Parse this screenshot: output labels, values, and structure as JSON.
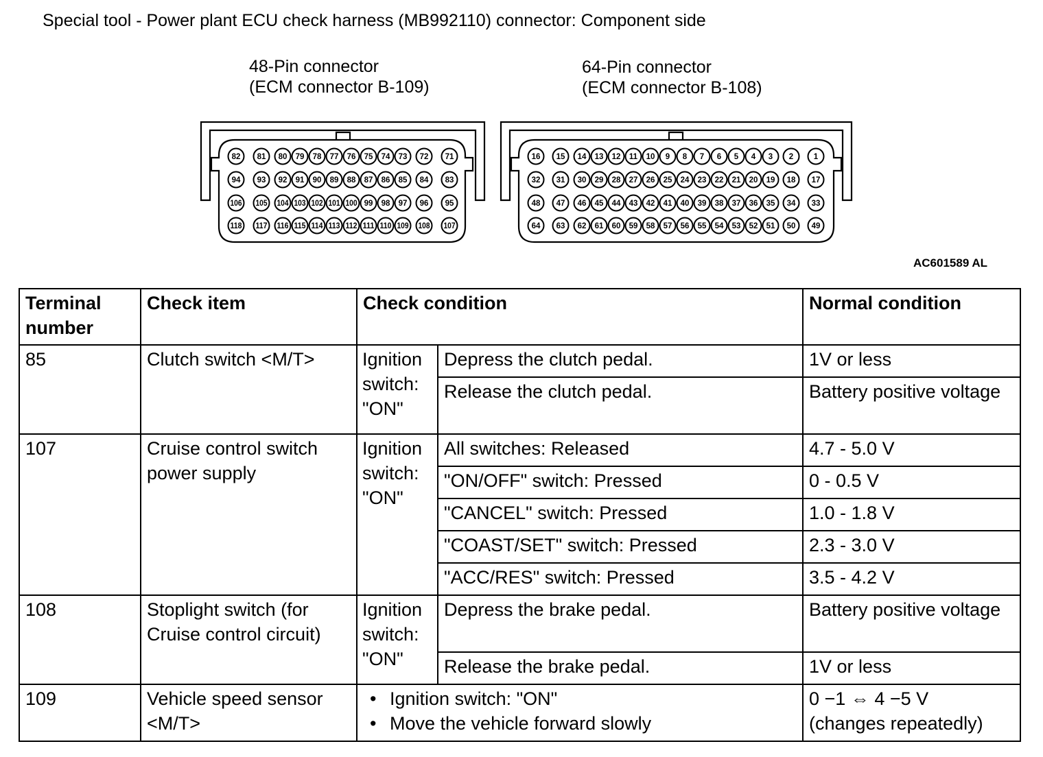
{
  "title": "Special tool - Power plant ECU check harness (MB992110) connector: Component side",
  "figure_code": "AC601589 AL",
  "connectors": [
    {
      "label_line1": "48-Pin connector",
      "label_line2": "(ECM connector B-109)",
      "rows": [
        [
          "82",
          "81",
          "80",
          "79",
          "78",
          "77",
          "76",
          "75",
          "74",
          "73",
          "72",
          "71"
        ],
        [
          "94",
          "93",
          "92",
          "91",
          "90",
          "89",
          "88",
          "87",
          "86",
          "85",
          "84",
          "83"
        ],
        [
          "106",
          "105",
          "104",
          "103",
          "102",
          "101",
          "100",
          "99",
          "98",
          "97",
          "96",
          "95"
        ],
        [
          "118",
          "117",
          "116",
          "115",
          "114",
          "113",
          "112",
          "111",
          "110",
          "109",
          "108",
          "107"
        ]
      ]
    },
    {
      "label_line1": "64-Pin connector",
      "label_line2": "(ECM connector B-108)",
      "rows": [
        [
          "16",
          "15",
          "14",
          "13",
          "12",
          "11",
          "10",
          "9",
          "8",
          "7",
          "6",
          "5",
          "4",
          "3",
          "2",
          "1"
        ],
        [
          "32",
          "31",
          "30",
          "29",
          "28",
          "27",
          "26",
          "25",
          "24",
          "23",
          "22",
          "21",
          "20",
          "19",
          "18",
          "17"
        ],
        [
          "48",
          "47",
          "46",
          "45",
          "44",
          "43",
          "42",
          "41",
          "40",
          "39",
          "38",
          "37",
          "36",
          "35",
          "34",
          "33"
        ],
        [
          "64",
          "63",
          "62",
          "61",
          "60",
          "59",
          "58",
          "57",
          "56",
          "55",
          "54",
          "53",
          "52",
          "51",
          "50",
          "49"
        ]
      ]
    }
  ],
  "table": {
    "headers": {
      "terminal_line1": "Terminal",
      "terminal_line2": "number",
      "check_item": "Check item",
      "check_condition": "Check condition",
      "normal_condition": "Normal condition"
    },
    "rows": [
      {
        "terminal": "85",
        "item": "Clutch switch <M/T>",
        "ignition": [
          "Ignition",
          "switch:",
          "\"ON\""
        ],
        "conditions": [
          {
            "condition": "Depress the clutch pedal.",
            "normal": "1V or less"
          },
          {
            "condition": "Release the clutch pedal.",
            "normal": "Battery positive voltage"
          }
        ]
      },
      {
        "terminal": "107",
        "item": "Cruise control switch power supply",
        "ignition": [
          "Ignition",
          "switch:",
          "\"ON\""
        ],
        "conditions": [
          {
            "condition": "All switches: Released",
            "normal": "4.7 - 5.0 V"
          },
          {
            "condition": "\"ON/OFF\" switch: Pressed",
            "normal": "0 - 0.5 V"
          },
          {
            "condition": "\"CANCEL\" switch: Pressed",
            "normal": "1.0 - 1.8 V"
          },
          {
            "condition": "\"COAST/SET\" switch: Pressed",
            "normal": "2.3 - 3.0 V"
          },
          {
            "condition": "\"ACC/RES\" switch: Pressed",
            "normal": "3.5 - 4.2 V"
          }
        ]
      },
      {
        "terminal": "108",
        "item": "Stoplight switch (for Cruise control circuit)",
        "ignition": [
          "Ignition",
          "switch:",
          "\"ON\""
        ],
        "conditions": [
          {
            "condition": "Depress the brake pedal.",
            "normal": "Battery positive voltage"
          },
          {
            "condition": "Release the brake pedal.",
            "normal": "1V or less"
          }
        ]
      },
      {
        "terminal": "109",
        "item": "Vehicle speed sensor <M/T>",
        "bullets": [
          "Ignition switch: \"ON\"",
          "Move the vehicle forward slowly"
        ],
        "normal_line1": "0 −1 ⇔ 4 −5 V",
        "normal_line2": "(changes repeatedly)"
      }
    ]
  }
}
